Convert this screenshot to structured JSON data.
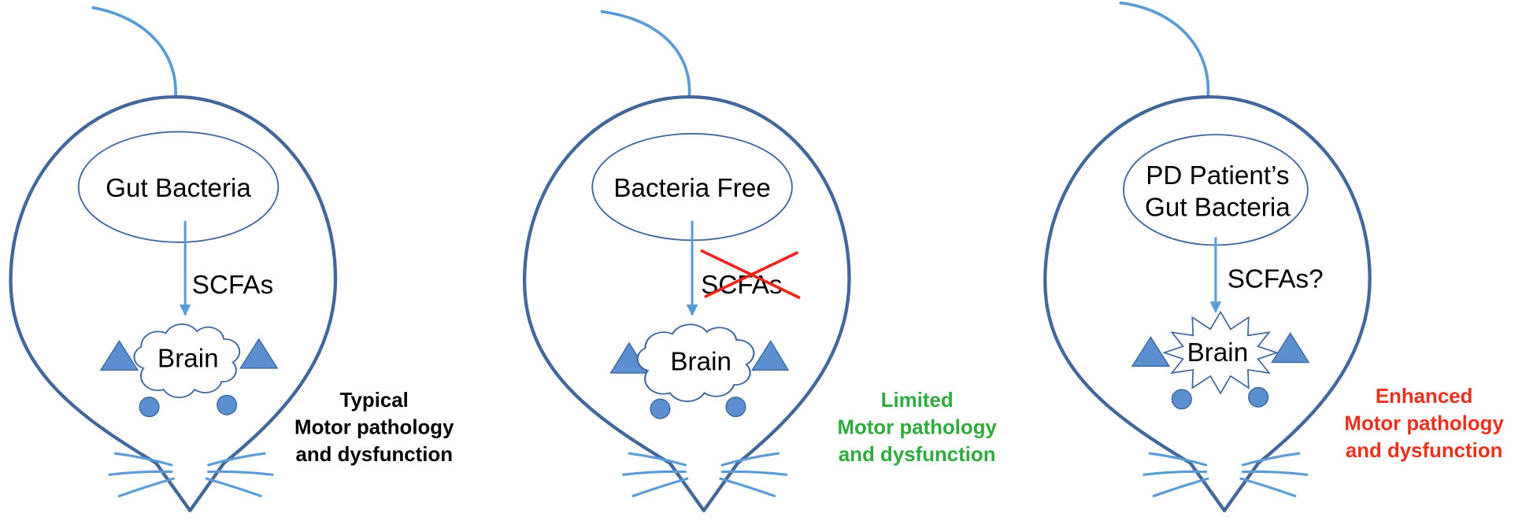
{
  "panels": [
    {
      "source_lines": [
        "Gut Bacteria"
      ],
      "signal": "SCFAs",
      "target": "Brain",
      "outcome": [
        "Typical",
        "Motor pathology",
        "and dysfunction"
      ]
    },
    {
      "source_lines": [
        "Bacteria Free"
      ],
      "signal": "SCFAs",
      "signal_crossed_out": true,
      "target": "Brain",
      "outcome": [
        "Limited",
        "Motor pathology",
        "and dysfunction"
      ]
    },
    {
      "source_lines": [
        "PD Patient’s",
        "Gut Bacteria"
      ],
      "signal": "SCFAs?",
      "target": "Brain",
      "outcome": [
        "Enhanced",
        "Motor pathology",
        "and dysfunction"
      ]
    }
  ],
  "colors": {
    "outline": "#41679b",
    "arrow": "#5b9bd5",
    "marker_fill": "#5b8fd0",
    "cross": "#e8261c",
    "outcome_typical": "#000000",
    "outcome_limited": "#2eab3c",
    "outcome_enhanced": "#e8321e"
  }
}
